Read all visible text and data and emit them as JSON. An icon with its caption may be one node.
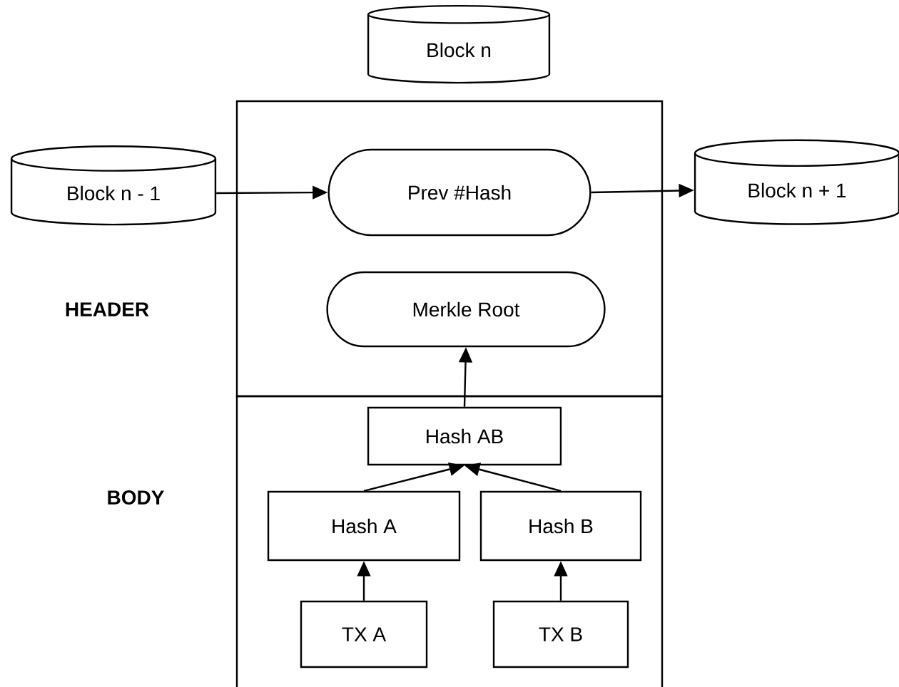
{
  "diagram": {
    "nodes": [
      {
        "text": [
          "Block n"
        ]
      },
      {
        "text": [],
        "shape": "box"
      },
      {
        "text": [],
        "shape": "box"
      },
      {
        "text": [
          "Block  n - 1"
        ]
      },
      {
        "text": [
          "Prev #Hash"
        ],
        "in": 1
      },
      {
        "text": [
          "Block n + 1"
        ]
      },
      {
        "text": [
          "Merkle Root"
        ],
        "in": 1
      },
      {
        "text": [
          "Hash AB"
        ],
        "in": 2
      },
      {
        "text": [
          "Hash A"
        ],
        "in": 2
      },
      {
        "text": [
          "Hash B"
        ],
        "in": 2
      },
      {
        "text": [
          "TX A"
        ],
        "in": 2
      },
      {
        "text": [
          "TX B"
        ],
        "in": 2
      }
    ],
    "edges": [
      {
        "from": 3,
        "to": 4,
        "arrow": "to"
      },
      {
        "from": 4,
        "to": 5,
        "arrow": "to"
      },
      {
        "from": 7,
        "to": 6,
        "arrow": "to"
      },
      {
        "from": 8,
        "to": 7,
        "arrow": "to"
      },
      {
        "from": 9,
        "to": 7,
        "arrow": "to"
      },
      {
        "from": 10,
        "to": 8,
        "arrow": "to"
      },
      {
        "from": 11,
        "to": 9,
        "arrow": "to"
      }
    ],
    "labels": [
      "HEADER",
      "BODY"
    ]
  }
}
